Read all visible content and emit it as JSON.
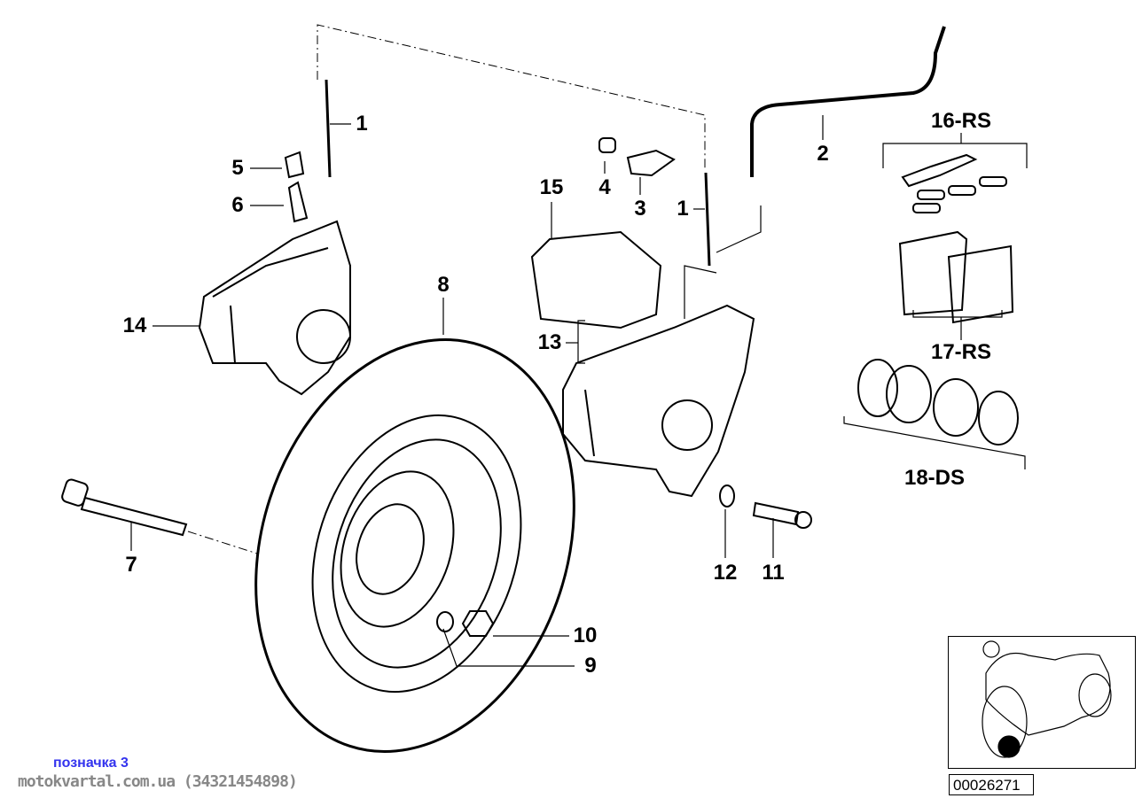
{
  "diagram": {
    "callouts": [
      "1",
      "5",
      "6",
      "14",
      "8",
      "15",
      "4",
      "3",
      "1",
      "2",
      "16-RS",
      "17-RS",
      "18-DS",
      "13",
      "7",
      "12",
      "11",
      "10",
      "9"
    ],
    "diagram_number": "00026271"
  },
  "watermark": {
    "line1": "позначка 3",
    "line2": "motokvartal.com.ua (34321454898)"
  },
  "colors": {
    "line": "#000000",
    "watermark_blue": "#3333ee",
    "watermark_gray": "#888888"
  },
  "locator": {
    "icon": "motorcycle-front-wheel-locator-icon"
  }
}
